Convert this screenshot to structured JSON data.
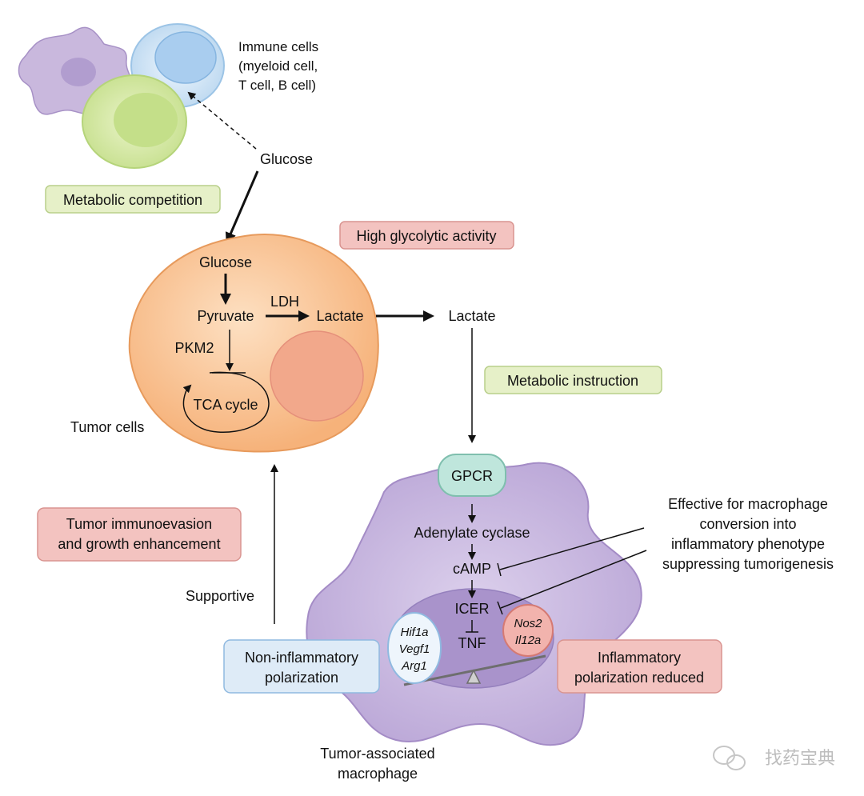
{
  "immune": {
    "title": "Immune cells",
    "line2": "(myeloid cell,",
    "line3": "T cell, B cell)"
  },
  "glucose_outside": "Glucose",
  "metabolic_competition": "Metabolic competition",
  "high_glycolytic": "High glycolytic activity",
  "tumor_cell": {
    "glucose": "Glucose",
    "pyruvate": "Pyruvate",
    "ldh": "LDH",
    "lactate": "Lactate",
    "pkm2": "PKM2",
    "tca": "TCA cycle",
    "label": "Tumor cells"
  },
  "lactate_outside": "Lactate",
  "metabolic_instruction": "Metabolic instruction",
  "macrophage": {
    "gpcr": "GPCR",
    "adenylate": "Adenylate cyclase",
    "camp": "cAMP",
    "icer": "ICER",
    "tnf": "TNF",
    "left_genes": [
      "Hif1a",
      "Vegf1",
      "Arg1"
    ],
    "right_genes": [
      "Nos2",
      "Il12a"
    ],
    "label_line1": "Tumor-associated",
    "label_line2": "macrophage"
  },
  "effective_text": [
    "Effective for macrophage",
    "conversion into",
    "inflammatory phenotype",
    "suppressing tumorigenesis"
  ],
  "immunoevasion": [
    "Tumor immunoevasion",
    "and growth enhancement"
  ],
  "supportive": "Supportive",
  "non_inflammatory": [
    "Non-inflammatory",
    "polarization"
  ],
  "inflammatory_reduced": [
    "Inflammatory",
    "polarization reduced"
  ],
  "watermark": "找药宝典",
  "colors": {
    "green_box": "#e6f0c8",
    "red_box": "#f3c3c0",
    "blue_box": "#deebf7",
    "tumor_fill": "#f9c79a",
    "macrophage_fill": "#c6b5dc",
    "gpcr_fill": "#bfe6dc"
  }
}
